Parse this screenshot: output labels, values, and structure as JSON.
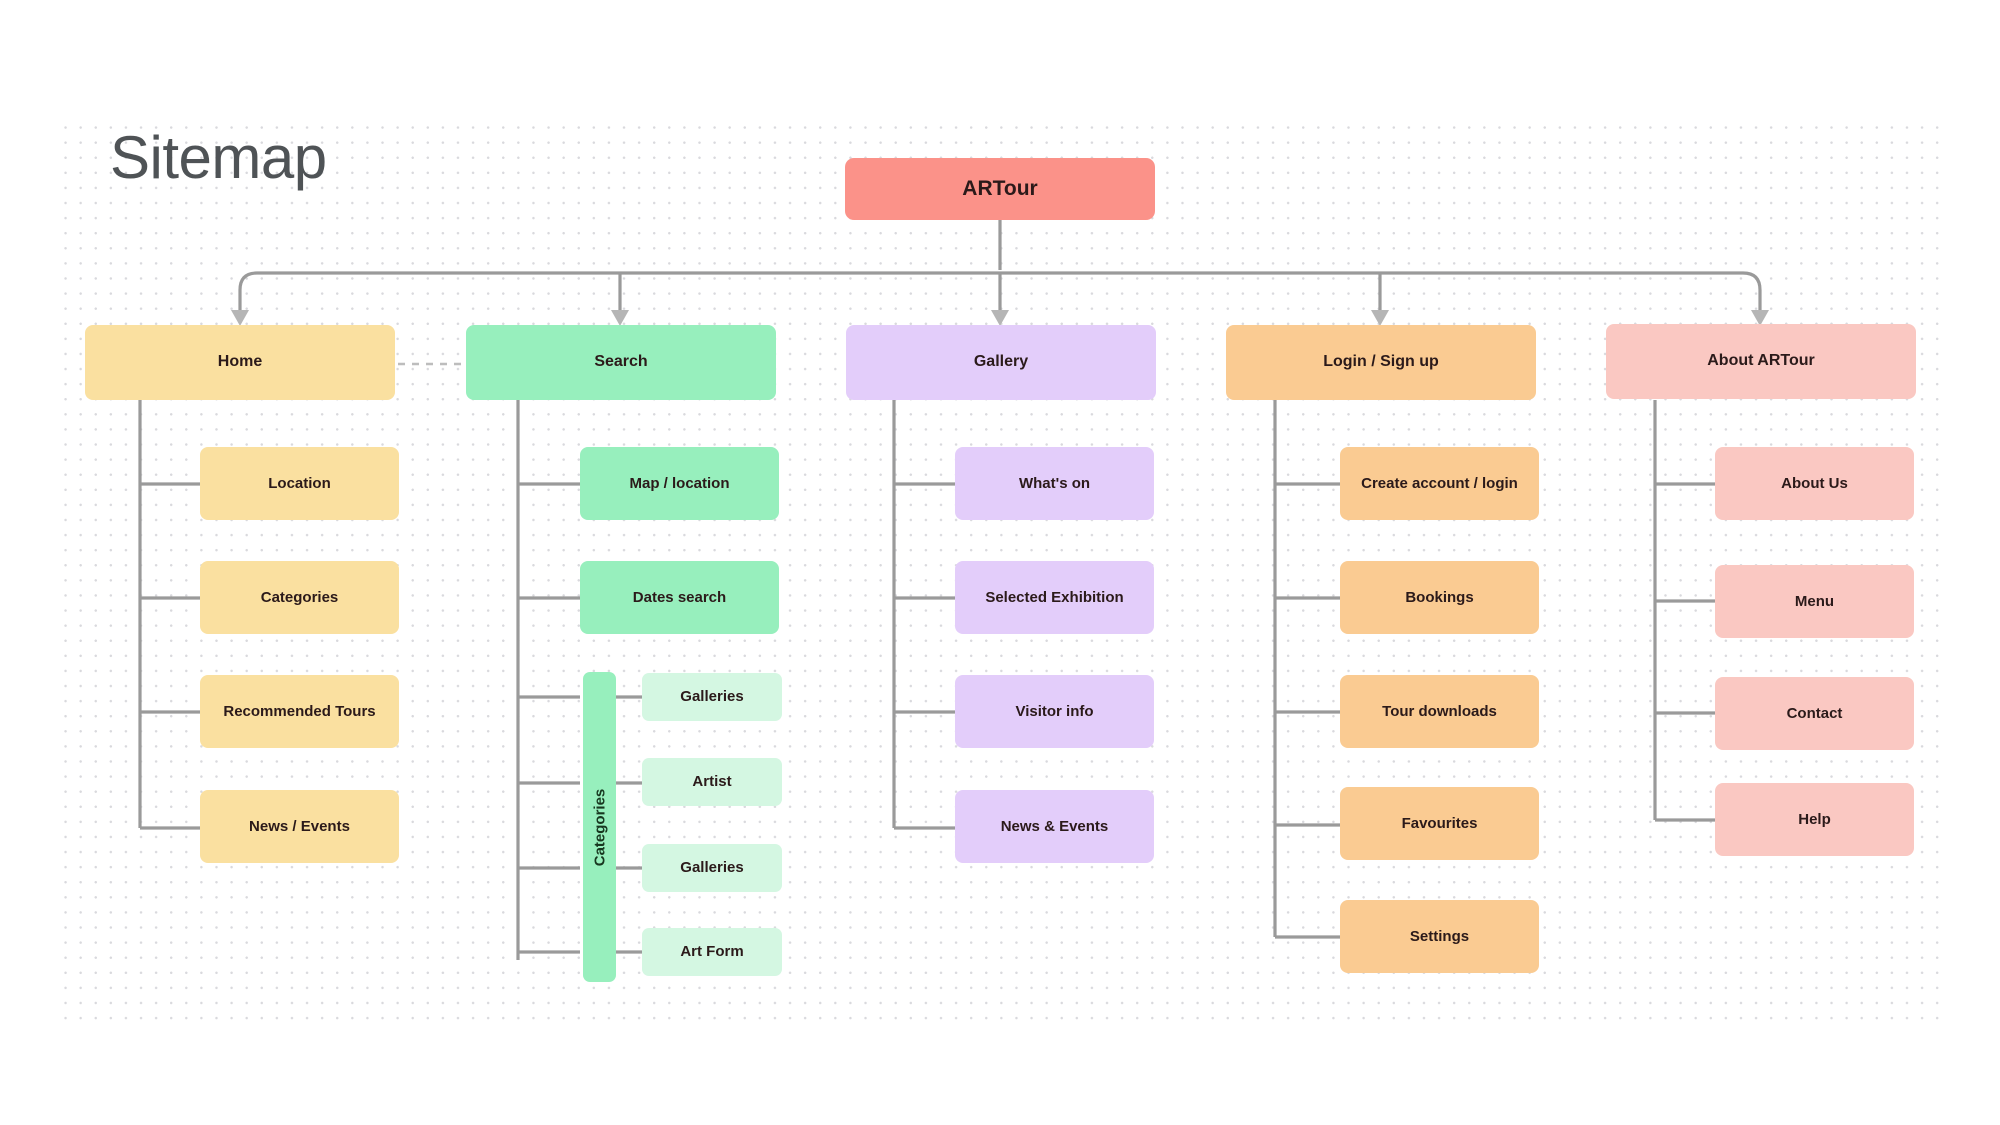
{
  "title": "Sitemap",
  "colors": {
    "root": "#FB9289",
    "home": "#FAE0A0",
    "search": "#97EFBD",
    "search_sub": "#D4F7E2",
    "gallery": "#E3CDFA",
    "login": "#FACB92",
    "about": "#FAC8C2",
    "wire": "#9a9a9a",
    "title_text": "#4f5356",
    "node_text": "#2b1a1a",
    "grid_dot": "#d9d9dd",
    "background": "#ffffff"
  },
  "root": {
    "label": "ARTour"
  },
  "branches": [
    {
      "id": "home",
      "label": "Home",
      "children": [
        {
          "label": "Location"
        },
        {
          "label": "Categories"
        },
        {
          "label": "Recommended Tours"
        },
        {
          "label": "News / Events"
        }
      ]
    },
    {
      "id": "search",
      "label": "Search",
      "children": [
        {
          "label": "Map / location"
        },
        {
          "label": "Dates search"
        }
      ],
      "group": {
        "label": "Categories",
        "children": [
          {
            "label": "Galleries"
          },
          {
            "label": "Artist"
          },
          {
            "label": "Galleries"
          },
          {
            "label": "Art Form"
          }
        ]
      }
    },
    {
      "id": "gallery",
      "label": "Gallery",
      "children": [
        {
          "label": "What's on"
        },
        {
          "label": "Selected Exhibition"
        },
        {
          "label": "Visitor info"
        },
        {
          "label": "News & Events"
        }
      ]
    },
    {
      "id": "login",
      "label": "Login / Sign up",
      "children": [
        {
          "label": "Create account / login"
        },
        {
          "label": "Bookings"
        },
        {
          "label": "Tour downloads"
        },
        {
          "label": "Favourites"
        },
        {
          "label": "Settings"
        }
      ]
    },
    {
      "id": "about",
      "label": "About ARTour",
      "children": [
        {
          "label": "About Us"
        },
        {
          "label": "Menu"
        },
        {
          "label": "Contact"
        },
        {
          "label": "Help"
        }
      ]
    }
  ]
}
